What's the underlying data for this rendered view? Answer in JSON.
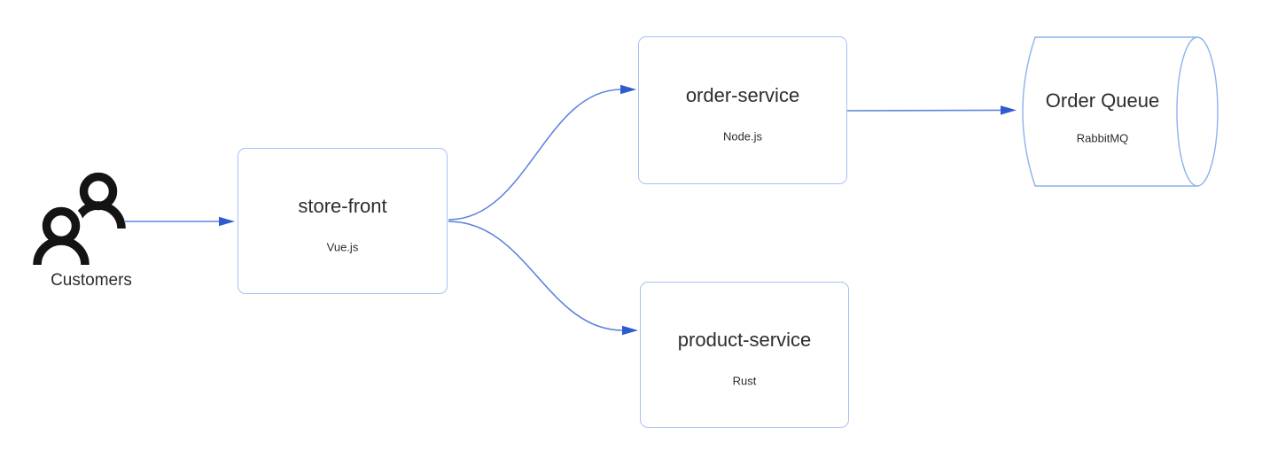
{
  "diagram": {
    "actor": {
      "label": "Customers",
      "icon": "people-icon"
    },
    "nodes": [
      {
        "id": "store-front",
        "shape": "rectangle",
        "title": "store-front",
        "subtitle": "Vue.js"
      },
      {
        "id": "order-service",
        "shape": "rectangle",
        "title": "order-service",
        "subtitle": "Node.js"
      },
      {
        "id": "product-service",
        "shape": "rectangle",
        "title": "product-service",
        "subtitle": "Rust"
      },
      {
        "id": "order-queue",
        "shape": "cylinder",
        "title": "Order Queue",
        "subtitle": "RabbitMQ"
      }
    ],
    "edges": [
      {
        "from": "customers",
        "to": "store-front"
      },
      {
        "from": "store-front",
        "to": "order-service"
      },
      {
        "from": "store-front",
        "to": "product-service"
      },
      {
        "from": "order-service",
        "to": "order-queue"
      }
    ],
    "colors": {
      "node_border": "#a6c2f2",
      "cylinder_border": "#8db1ee",
      "edge_line": "#5f85dd",
      "edge_arrow": "#2e5bd0",
      "text": "#2d2d2d",
      "icon": "#141414"
    }
  }
}
